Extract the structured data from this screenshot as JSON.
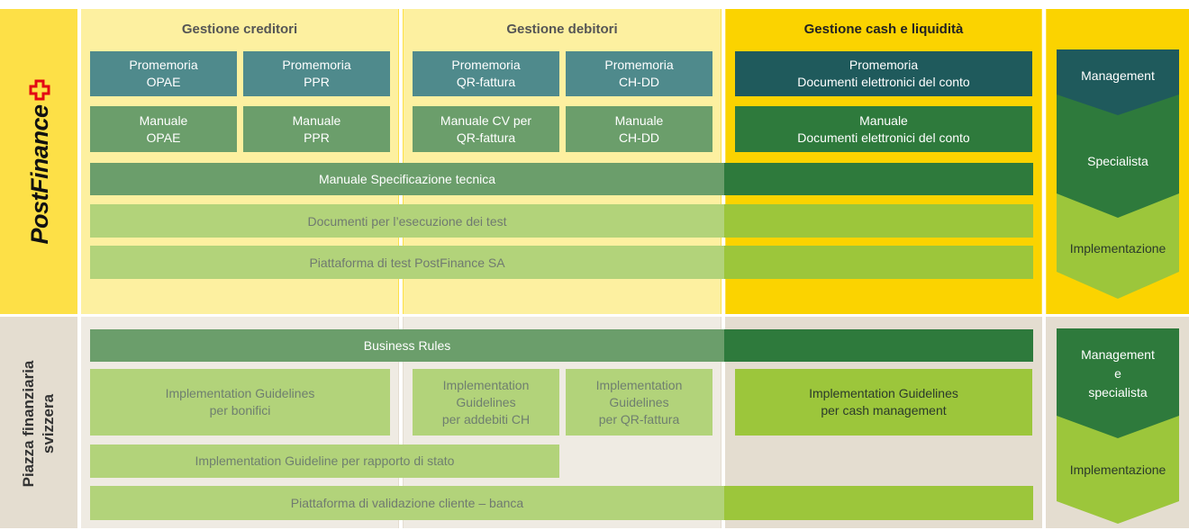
{
  "brand": {
    "logo_text": "PostFinance",
    "logo_color": "#f5c400",
    "logo_accent": "#e30613"
  },
  "sections": {
    "top_label": "PostFinance",
    "bottom_label": "Piazza finanziaria\nsvizzera"
  },
  "columns": {
    "creditori": "Gestione creditori",
    "debitori": "Gestione debitori",
    "cash": "Gestione cash e liquidità"
  },
  "top_boxes": {
    "prom_opae": "Promemoria\nOPAE",
    "prom_ppr": "Promemoria\nPPR",
    "prom_qr": "Promemoria\nQR-fattura",
    "prom_chdd": "Promemoria\nCH-DD",
    "prom_doc": "Promemoria\nDocumenti elettronici del conto",
    "man_opae": "Manuale\nOPAE",
    "man_ppr": "Manuale\nPPR",
    "man_cv_qr": "Manuale CV per\nQR-fattura",
    "man_chdd": "Manuale\nCH-DD",
    "man_doc": "Manuale\nDocumenti elettronici del conto"
  },
  "top_bars": {
    "spec": "Manuale Specificazione tecnica",
    "test_docs": "Documenti per l’esecuzione dei test",
    "test_platform": "Piattaforma di test PostFinance SA"
  },
  "bottom": {
    "business_rules": "Business Rules",
    "ig_bonifici": "Implementation Guidelines\nper bonifici",
    "ig_addebiti": "Implementation\nGuidelines\nper addebiti CH",
    "ig_qr": "Implementation\nGuidelines\nper QR-fattura",
    "ig_cash": "Implementation Guidelines\nper cash management",
    "ig_stato": "Implementation Guideline per rapporto di stato",
    "validation": "Piattaforma di validazione cliente – banca"
  },
  "arrows_top": {
    "management": "Management",
    "specialista": "Specialista",
    "implementazione": "Implementazione"
  },
  "arrows_bottom": {
    "management_specialista": "Management\ne\nspecialista",
    "implementazione": "Implementazione"
  },
  "colors": {
    "yellow": "#fde047",
    "pale_yellow": "#fdf0a0",
    "gold": "#fbd300",
    "beige": "#e4ddd0",
    "teal": "#4f8a8c",
    "dark_teal": "#1f5a5c",
    "green": "#6b9e6b",
    "dark_green": "#2e7a3c",
    "light_green": "#b2d37a",
    "lime": "#9cc63b"
  }
}
